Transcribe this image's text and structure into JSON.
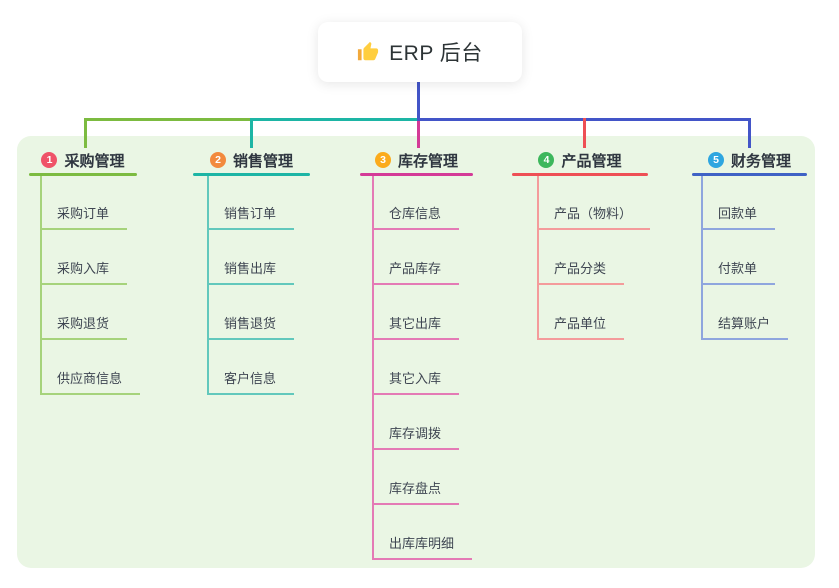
{
  "root": {
    "label": "ERP 后台",
    "icon": "thumbs-up"
  },
  "colors": {
    "canvas_bg": "#ffffff",
    "panel_bg": "#eaf6e4",
    "root_stem": "#4355c8",
    "title_text": "#2d3436",
    "header_text": "#2f3640",
    "child_text": "#3f4652",
    "badge_text": "#ffffff",
    "thumb_hand": "#ffce3f",
    "thumb_cuff": "#f2a93b"
  },
  "branches": [
    {
      "number": "1",
      "label": "采购管理",
      "badge_color": "#ef5368",
      "line_color": "#7cbb40",
      "child_line_color": "#a6d37b",
      "children": [
        "采购订单",
        "采购入库",
        "采购退货",
        "供应商信息"
      ]
    },
    {
      "number": "2",
      "label": "销售管理",
      "badge_color": "#f28a3d",
      "line_color": "#1db5a5",
      "child_line_color": "#62c8bc",
      "children": [
        "销售订单",
        "销售出库",
        "销售退货",
        "客户信息"
      ]
    },
    {
      "number": "3",
      "label": "库存管理",
      "badge_color": "#fbab1c",
      "line_color": "#d43a97",
      "child_line_color": "#e47ab5",
      "children": [
        "仓库信息",
        "产品库存",
        "其它出库",
        "其它入库",
        "库存调拨",
        "库存盘点",
        "出库库明细"
      ]
    },
    {
      "number": "4",
      "label": "产品管理",
      "badge_color": "#3db75c",
      "line_color": "#ee4f55",
      "child_line_color": "#f49b9b",
      "children": [
        "产品（物料）",
        "产品分类",
        "产品单位"
      ]
    },
    {
      "number": "5",
      "label": "财务管理",
      "badge_color": "#2ea6e0",
      "line_color": "#3f62c5",
      "child_line_color": "#8fa6de",
      "children": [
        "回款单",
        "付款单",
        "结算账户"
      ]
    }
  ]
}
